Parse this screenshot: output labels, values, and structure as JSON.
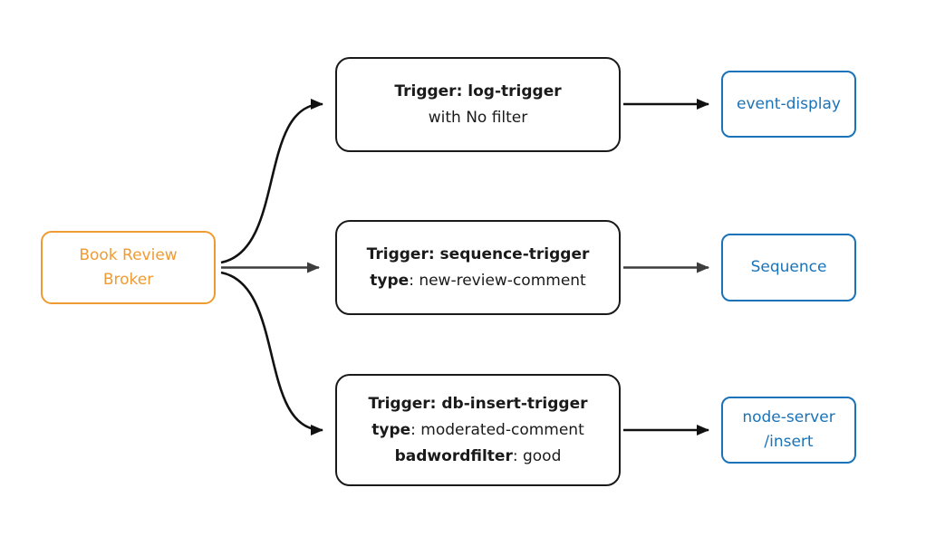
{
  "broker": {
    "line1": "Book Review",
    "line2": "Broker"
  },
  "rows": [
    {
      "trigger": {
        "title": "Trigger: log-trigger",
        "line2_rest": "with No filter"
      },
      "sink": {
        "line1": "event-display"
      }
    },
    {
      "trigger": {
        "title": "Trigger: sequence-trigger",
        "line2_bold": "type",
        "line2_rest": ": new-review-comment"
      },
      "sink": {
        "line1": "Sequence"
      }
    },
    {
      "trigger": {
        "title": "Trigger: db-insert-trigger",
        "line2_bold": "type",
        "line2_rest": ": moderated-comment",
        "line3_bold": "badwordfilter",
        "line3_rest": ": good"
      },
      "sink": {
        "line1": "node-server",
        "line2": "/insert"
      }
    }
  ],
  "colors": {
    "broker_accent": "#ef9b33",
    "sink_accent": "#1a73b8",
    "trigger_border": "#1a1a1a",
    "arrow_black": "#111111",
    "arrow_gray": "#3d3d3d",
    "background": "#ffffff"
  }
}
